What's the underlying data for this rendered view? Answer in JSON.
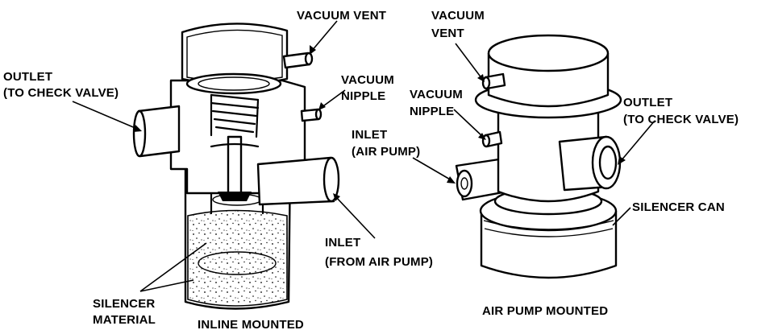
{
  "inline_unit": {
    "caption": "INLINE MOUNTED",
    "labels": {
      "vacuum_vent": "VACUUM VENT",
      "vacuum_nipple_1": "VACUUM",
      "vacuum_nipple_2": "NIPPLE",
      "outlet_1": "OUTLET",
      "outlet_2": "(TO CHECK VALVE)",
      "inlet_1": "INLET",
      "inlet_2": "(FROM AIR PUMP)",
      "silencer_1": "SILENCER",
      "silencer_2": "MATERIAL"
    }
  },
  "pump_unit": {
    "caption": "AIR PUMP MOUNTED",
    "labels": {
      "vacuum_vent_1": "VACUUM",
      "vacuum_vent_2": "VENT",
      "vacuum_nipple_1": "VACUUM",
      "vacuum_nipple_2": "NIPPLE",
      "inlet_1": "INLET",
      "inlet_2": "(AIR PUMP)",
      "outlet_1": "OUTLET",
      "outlet_2": "(TO CHECK VALVE)",
      "silencer_can": "SILENCER CAN"
    }
  },
  "colors": {
    "ink": "#000000",
    "paper": "#ffffff"
  }
}
